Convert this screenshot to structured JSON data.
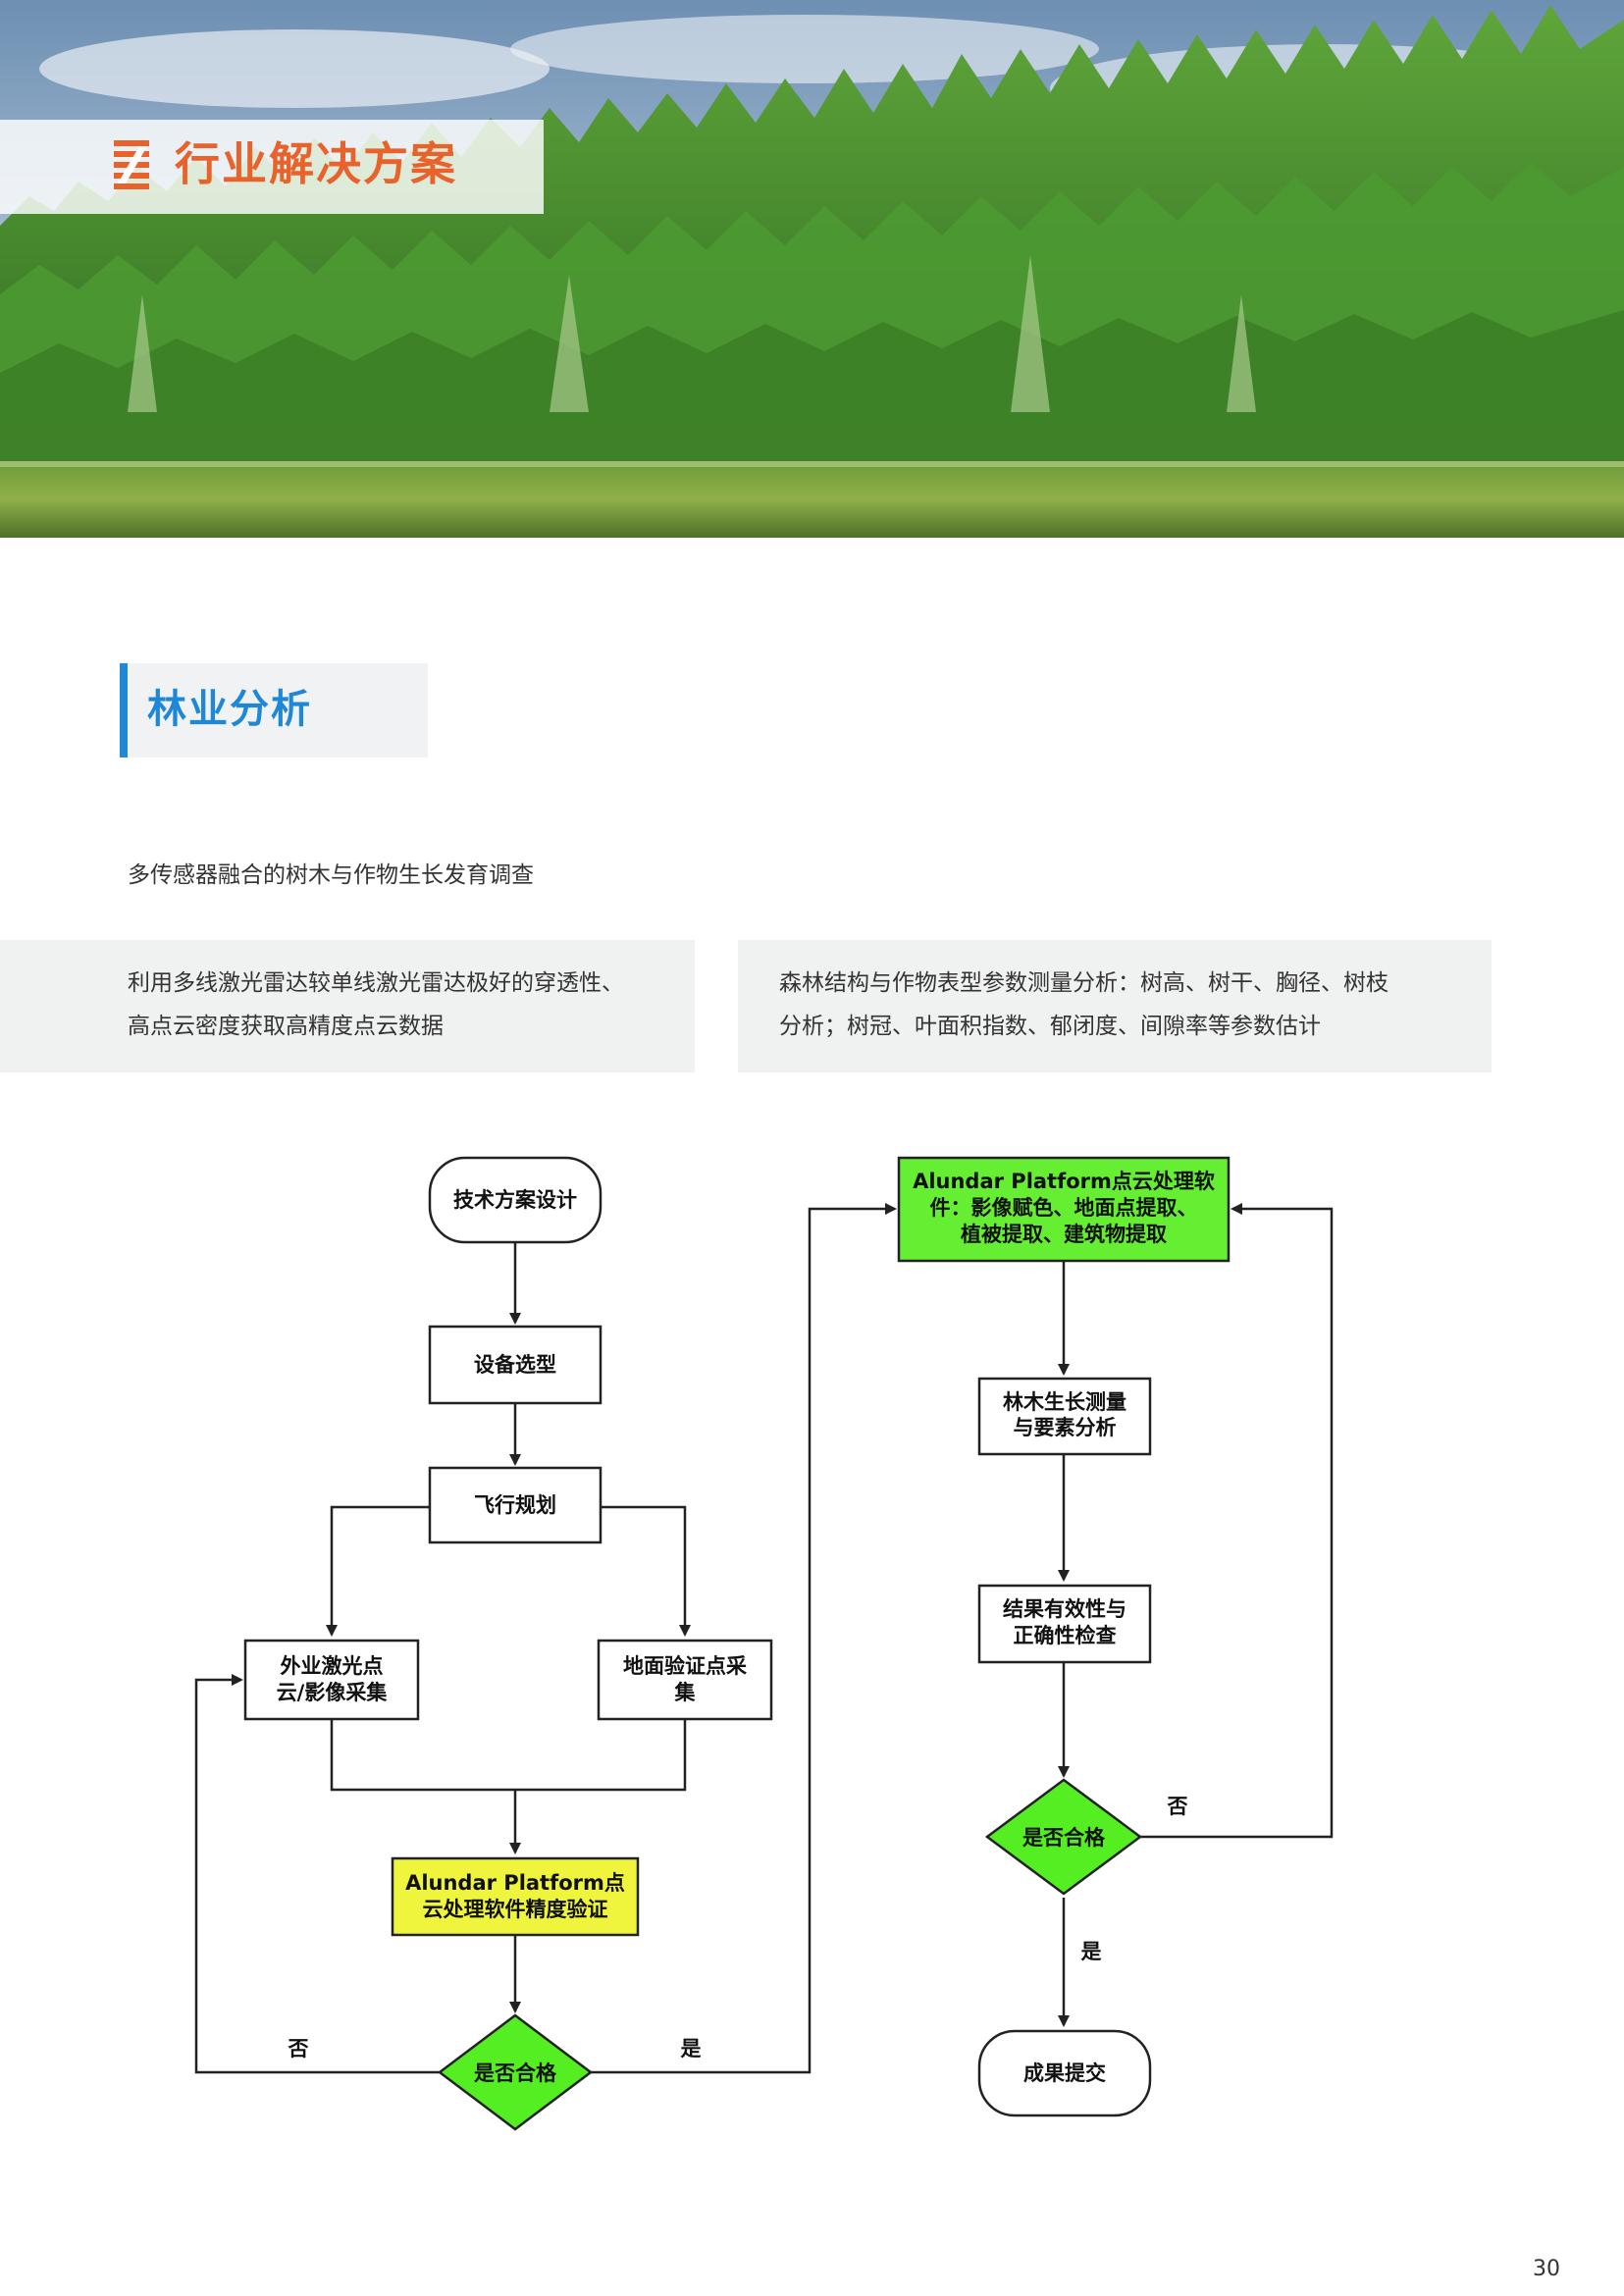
{
  "header": {
    "title": "行业解决方案"
  },
  "section": {
    "title": "林业分析"
  },
  "subtitle": "多传感器融合的树木与作物生长发育调查",
  "info_boxes": {
    "left": {
      "line1": "利用多线激光雷达较单线激光雷达极好的穿透性、",
      "line2": "高点云密度获取高精度点云数据"
    },
    "right": {
      "line1": "森林结构与作物表型参数测量分析：树高、树干、胸径、树枝",
      "line2": "分析；树冠、叶面积指数、郁闭度、间隙率等参数估计"
    }
  },
  "flowchart": {
    "left": {
      "start": "技术方案设计",
      "equipment": "设备选型",
      "flight": "飞行规划",
      "field_line1": "外业激光点",
      "field_line2": "云/影像采集",
      "ground_line1": "地面验证点采",
      "ground_line2": "集",
      "verify_line1": "Alundar Platform点",
      "verify_line2": "云处理软件精度验证",
      "decision": "是否合格",
      "no_label": "否",
      "yes_label": "是"
    },
    "right": {
      "process_line1": "Alundar Platform点云处理软",
      "process_line2": "件：影像赋色、地面点提取、",
      "process_line3": "植被提取、建筑物提取",
      "measure_line1": "林木生长测量",
      "measure_line2": "与要素分析",
      "check_line1": "结果有效性与",
      "check_line2": "正确性检查",
      "decision": "是否合格",
      "no_label": "否",
      "yes_label": "是",
      "end": "成果提交"
    },
    "colors": {
      "green_fill": "#66ee33",
      "yellow_fill": "#eef53c",
      "diamond_fill": "#55ee22",
      "node_fill": "#ffffff",
      "stroke": "#222222"
    }
  },
  "page_number": "30",
  "colors": {
    "accent_orange": "#e8632c",
    "accent_blue": "#1e88d6",
    "box_gray": "#f0f1f1"
  }
}
